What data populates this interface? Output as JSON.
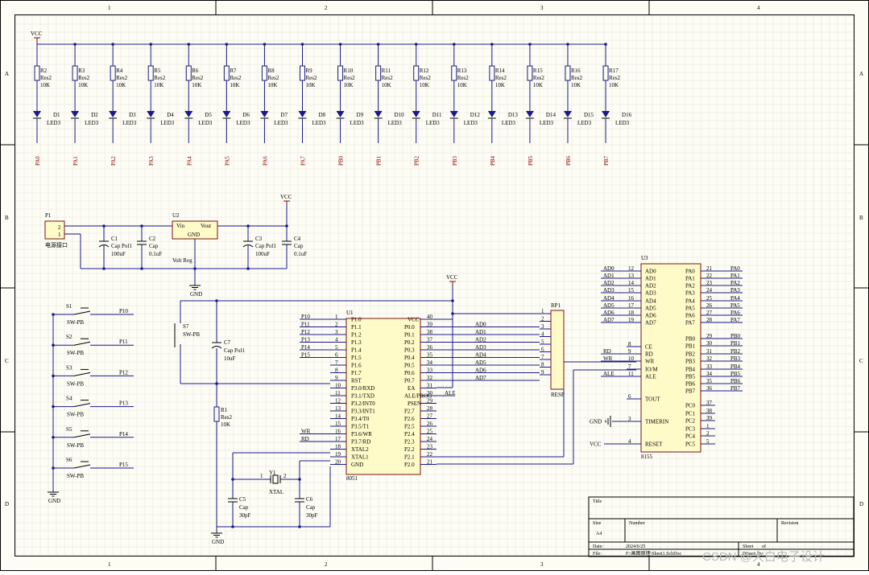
{
  "frame": {
    "columns": [
      "1",
      "2",
      "3",
      "4"
    ],
    "rows": [
      "A",
      "B",
      "C",
      "D"
    ]
  },
  "power": {
    "vcc": "VCC",
    "gnd": "GND"
  },
  "resistors": [
    {
      "ref": "R2",
      "type": "Res2",
      "value": "10K"
    },
    {
      "ref": "R3",
      "type": "Res2",
      "value": "10K"
    },
    {
      "ref": "R4",
      "type": "Res2",
      "value": "10K"
    },
    {
      "ref": "R5",
      "type": "Res2",
      "value": "10K"
    },
    {
      "ref": "R6",
      "type": "Res2",
      "value": "10K"
    },
    {
      "ref": "R7",
      "type": "Res2",
      "value": "10K"
    },
    {
      "ref": "R8",
      "type": "Res2",
      "value": "10K"
    },
    {
      "ref": "R9",
      "type": "Res2",
      "value": "10K"
    },
    {
      "ref": "R10",
      "type": "Res2",
      "value": "10K"
    },
    {
      "ref": "R11",
      "type": "Res2",
      "value": "10K"
    },
    {
      "ref": "R12",
      "type": "Res2",
      "value": "10K"
    },
    {
      "ref": "R13",
      "type": "Res2",
      "value": "10K"
    },
    {
      "ref": "R14",
      "type": "Res2",
      "value": "10K"
    },
    {
      "ref": "R15",
      "type": "Res2",
      "value": "10K"
    },
    {
      "ref": "R16",
      "type": "Res2",
      "value": "10K"
    },
    {
      "ref": "R17",
      "type": "Res2",
      "value": "10K"
    }
  ],
  "leds": [
    {
      "ref": "D1",
      "type": "LED3",
      "net": "PA0"
    },
    {
      "ref": "D2",
      "type": "LED3",
      "net": "PA1"
    },
    {
      "ref": "D3",
      "type": "LED3",
      "net": "PA2"
    },
    {
      "ref": "D4",
      "type": "LED3",
      "net": "PA3"
    },
    {
      "ref": "D5",
      "type": "LED3",
      "net": "PA4"
    },
    {
      "ref": "D6",
      "type": "LED3",
      "net": "PA5"
    },
    {
      "ref": "D7",
      "type": "LED3",
      "net": "PA6"
    },
    {
      "ref": "D8",
      "type": "LED3",
      "net": "PA7"
    },
    {
      "ref": "D9",
      "type": "LED3",
      "net": "PB0"
    },
    {
      "ref": "D10",
      "type": "LED3",
      "net": "PB1"
    },
    {
      "ref": "D11",
      "type": "LED3",
      "net": "PB2"
    },
    {
      "ref": "D12",
      "type": "LED3",
      "net": "PB3"
    },
    {
      "ref": "D13",
      "type": "LED3",
      "net": "PB4"
    },
    {
      "ref": "D14",
      "type": "LED3",
      "net": "PB5"
    },
    {
      "ref": "D15",
      "type": "LED3",
      "net": "PB6"
    },
    {
      "ref": "D16",
      "type": "LED3",
      "net": "PB7"
    }
  ],
  "psu": {
    "p1": {
      "ref": "P1",
      "pins": [
        "2",
        "1"
      ],
      "caption": "电源接口"
    },
    "u2": {
      "ref": "U2",
      "vin": "Vin",
      "vout": "Vout",
      "gnd": "GND",
      "part": "Volt Reg"
    },
    "c1": {
      "ref": "C1",
      "type": "Cap Pol1",
      "value": "100uF"
    },
    "c2": {
      "ref": "C2",
      "type": "Cap",
      "value": "0.1uF"
    },
    "c3": {
      "ref": "C3",
      "type": "Cap Pol1",
      "value": "100uF"
    },
    "c4": {
      "ref": "C4",
      "type": "Cap",
      "value": "0.1uF"
    }
  },
  "switches": [
    {
      "ref": "S1",
      "type": "SW-PB",
      "net": "P10"
    },
    {
      "ref": "S2",
      "type": "SW-PB",
      "net": "P11"
    },
    {
      "ref": "S3",
      "type": "SW-PB",
      "net": "P12"
    },
    {
      "ref": "S4",
      "type": "SW-PB",
      "net": "P13"
    },
    {
      "ref": "S5",
      "type": "SW-PB",
      "net": "P14"
    },
    {
      "ref": "S6",
      "type": "SW-PB",
      "net": "P15"
    }
  ],
  "reset": {
    "s7": {
      "ref": "S7",
      "type": "SW-PB"
    },
    "c7": {
      "ref": "C7",
      "type": "Cap Pol1",
      "value": "10uF"
    },
    "r1": {
      "ref": "R1",
      "type": "Res2",
      "value": "10K"
    }
  },
  "clock": {
    "y1": {
      "ref": "Y1",
      "type": "XTAL",
      "pins": [
        "1",
        "2"
      ]
    },
    "c5": {
      "ref": "C5",
      "type": "Cap",
      "value": "30pF"
    },
    "c6": {
      "ref": "C6",
      "type": "Cap",
      "value": "30pF"
    }
  },
  "mcu": {
    "ref": "U1",
    "part": "8051",
    "left": [
      {
        "num": "1",
        "name": "P1.0",
        "net": "P10"
      },
      {
        "num": "2",
        "name": "P1.1",
        "net": "P11"
      },
      {
        "num": "3",
        "name": "P1.2",
        "net": "P12"
      },
      {
        "num": "4",
        "name": "P1.3",
        "net": "P13"
      },
      {
        "num": "5",
        "name": "P1.4",
        "net": "P14"
      },
      {
        "num": "6",
        "name": "P1.5",
        "net": "P15"
      },
      {
        "num": "7",
        "name": "P1.6",
        "net": ""
      },
      {
        "num": "8",
        "name": "P1.7",
        "net": ""
      },
      {
        "num": "9",
        "name": "RST",
        "net": ""
      },
      {
        "num": "10",
        "name": "P3.0/RXD",
        "net": ""
      },
      {
        "num": "11",
        "name": "P3.1/TXD",
        "net": ""
      },
      {
        "num": "12",
        "name": "P3.2/INT0",
        "net": ""
      },
      {
        "num": "13",
        "name": "P3.3/INT1",
        "net": ""
      },
      {
        "num": "14",
        "name": "P3.4/T0",
        "net": ""
      },
      {
        "num": "15",
        "name": "P3.5/T1",
        "net": ""
      },
      {
        "num": "16",
        "name": "P3.6/WR",
        "net": "WR"
      },
      {
        "num": "17",
        "name": "P3.7/RD",
        "net": "RD"
      },
      {
        "num": "18",
        "name": "XTAL2",
        "net": ""
      },
      {
        "num": "19",
        "name": "XTAL1",
        "net": ""
      },
      {
        "num": "20",
        "name": "GND",
        "net": ""
      }
    ],
    "right": [
      {
        "num": "40",
        "name": "VCC",
        "net": ""
      },
      {
        "num": "39",
        "name": "P0.0",
        "net": "AD0"
      },
      {
        "num": "38",
        "name": "P0.1",
        "net": "AD1"
      },
      {
        "num": "37",
        "name": "P0.2",
        "net": "AD2"
      },
      {
        "num": "36",
        "name": "P0.3",
        "net": "AD3"
      },
      {
        "num": "35",
        "name": "P0.4",
        "net": "AD4"
      },
      {
        "num": "34",
        "name": "P0.5",
        "net": "AD5"
      },
      {
        "num": "33",
        "name": "P0.6",
        "net": "AD6"
      },
      {
        "num": "32",
        "name": "P0.7",
        "net": "AD7"
      },
      {
        "num": "31",
        "name": "EA",
        "net": ""
      },
      {
        "num": "30",
        "name": "ALE/PROG",
        "net": "ALE"
      },
      {
        "num": "29",
        "name": "PSEN",
        "net": ""
      },
      {
        "num": "28",
        "name": "P2.7",
        "net": ""
      },
      {
        "num": "27",
        "name": "P2.6",
        "net": ""
      },
      {
        "num": "26",
        "name": "P2.5",
        "net": ""
      },
      {
        "num": "25",
        "name": "P2.4",
        "net": ""
      },
      {
        "num": "24",
        "name": "P2.3",
        "net": ""
      },
      {
        "num": "23",
        "name": "P2.2",
        "net": ""
      },
      {
        "num": "22",
        "name": "P2.1",
        "net": ""
      },
      {
        "num": "21",
        "name": "P2.0",
        "net": ""
      }
    ]
  },
  "rp1": {
    "ref": "RP1",
    "part": "RESP",
    "pins": [
      "1",
      "2",
      "3",
      "4",
      "5",
      "6",
      "7",
      "8",
      "9"
    ]
  },
  "io": {
    "ref": "U3",
    "part": "8155",
    "left": [
      {
        "num": "12",
        "name": "AD0",
        "net": "AD0"
      },
      {
        "num": "13",
        "name": "AD1",
        "net": "AD1"
      },
      {
        "num": "14",
        "name": "AD2",
        "net": "AD2"
      },
      {
        "num": "15",
        "name": "AD3",
        "net": "AD3"
      },
      {
        "num": "16",
        "name": "AD4",
        "net": "AD4"
      },
      {
        "num": "17",
        "name": "AD5",
        "net": "AD5"
      },
      {
        "num": "18",
        "name": "AD6",
        "net": "AD6"
      },
      {
        "num": "19",
        "name": "AD7",
        "net": "AD7"
      },
      {
        "num": "8",
        "name": "CE",
        "net": ""
      },
      {
        "num": "9",
        "name": "RD",
        "net": "RD"
      },
      {
        "num": "10",
        "name": "WR",
        "net": "WR"
      },
      {
        "num": "7",
        "name": "IO/M",
        "net": ""
      },
      {
        "num": "11",
        "name": "ALE",
        "net": "ALE"
      },
      {
        "num": "6",
        "name": "TOUT",
        "net": ""
      },
      {
        "num": "3",
        "name": "TIMERIN",
        "net": "GND"
      },
      {
        "num": "4",
        "name": "RESET",
        "net": "VCC"
      }
    ],
    "right": [
      {
        "num": "21",
        "name": "PA0",
        "net": "PA0"
      },
      {
        "num": "22",
        "name": "PA1",
        "net": "PA1"
      },
      {
        "num": "23",
        "name": "PA2",
        "net": "PA2"
      },
      {
        "num": "24",
        "name": "PA3",
        "net": "PA3"
      },
      {
        "num": "25",
        "name": "PA4",
        "net": "PA4"
      },
      {
        "num": "26",
        "name": "PA5",
        "net": "PA5"
      },
      {
        "num": "27",
        "name": "PA6",
        "net": "PA6"
      },
      {
        "num": "28",
        "name": "PA7",
        "net": "PA7"
      },
      {
        "num": "29",
        "name": "PB0",
        "net": "PB0"
      },
      {
        "num": "30",
        "name": "PB1",
        "net": "PB1"
      },
      {
        "num": "31",
        "name": "PB2",
        "net": "PB2"
      },
      {
        "num": "32",
        "name": "PB3",
        "net": "PB3"
      },
      {
        "num": "33",
        "name": "PB4",
        "net": "PB4"
      },
      {
        "num": "34",
        "name": "PB5",
        "net": "PB5"
      },
      {
        "num": "35",
        "name": "PB6",
        "net": "PB6"
      },
      {
        "num": "36",
        "name": "PB7",
        "net": "PB7"
      },
      {
        "num": "37",
        "name": "PC0",
        "net": ""
      },
      {
        "num": "38",
        "name": "PC1",
        "net": ""
      },
      {
        "num": "39",
        "name": "PC2",
        "net": ""
      },
      {
        "num": "1",
        "name": "PC3",
        "net": ""
      },
      {
        "num": "2",
        "name": "PC4",
        "net": ""
      },
      {
        "num": "5",
        "name": "PC5",
        "net": ""
      }
    ]
  },
  "title_block": {
    "title": "Title",
    "size_label": "Size",
    "size": "A4",
    "number": "Number",
    "revision": "Revision",
    "date_label": "Date:",
    "date": "2024/6/25",
    "sheet": "Sheet",
    "of": "of",
    "file_label": "File:",
    "file": "F:\\画图原理\\Sheet1.SchDoc",
    "drawn_by": "Drawn By:"
  },
  "watermark": "CSDN @大白电子设计"
}
